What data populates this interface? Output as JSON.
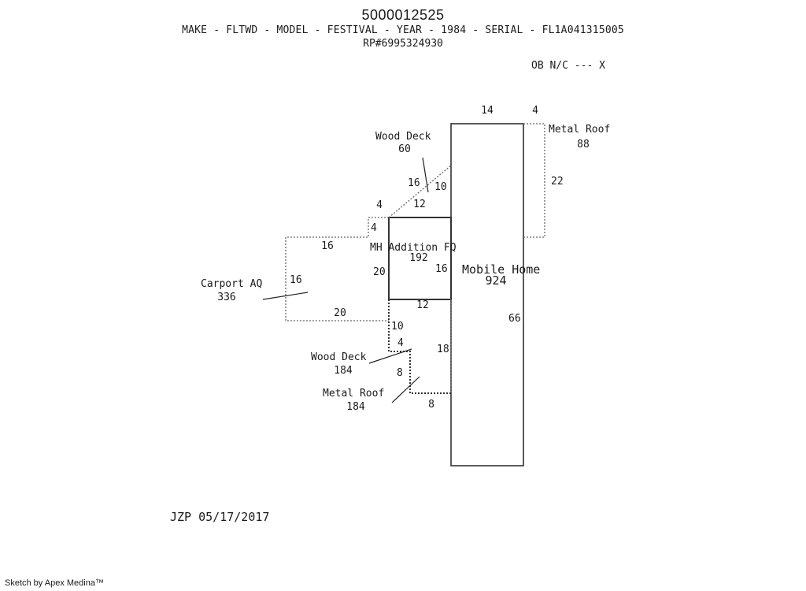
{
  "header": {
    "id": "5000012525",
    "details": "MAKE - FLTWD - MODEL - FESTIVAL - YEAR - 1984 - SERIAL - FL1A041315005",
    "rp": "RP#6995324930",
    "ob": "OB N/C --- X"
  },
  "areas": {
    "mobile_home": {
      "name": "Mobile Home",
      "area": "924"
    },
    "addition": {
      "name": "MH Addition FQ",
      "area": "192"
    },
    "wood_deck_top": {
      "name": "Wood Deck",
      "area": "60"
    },
    "metal_roof_top": {
      "name": "Metal Roof",
      "area": "88"
    },
    "carport": {
      "name": "Carport AQ",
      "area": "336"
    },
    "wood_deck_bottom": {
      "name": "Wood Deck",
      "area": "184"
    },
    "metal_roof_bottom": {
      "name": "Metal Roof",
      "area": "184"
    }
  },
  "dims": {
    "mh_top": "14",
    "roof_top": "4",
    "roof_side": "22",
    "mh_side": "66",
    "deck_diag": "16",
    "deck_side": "10",
    "deck_bottom": "12",
    "carport_step": "4",
    "carport_step_v": "4",
    "carport_top": "16",
    "carport_side": "16",
    "carport_bottom": "20",
    "add_left": "20",
    "add_right": "16",
    "add_bottom": "12",
    "deck2_side": "10",
    "deck2_step": "4",
    "deck2_right": "18",
    "roof2_side": "8",
    "roof2_bottom": "8"
  },
  "footer": {
    "sign": "JZP 05/17/2017",
    "credit": "Sketch by Apex Medina™"
  }
}
